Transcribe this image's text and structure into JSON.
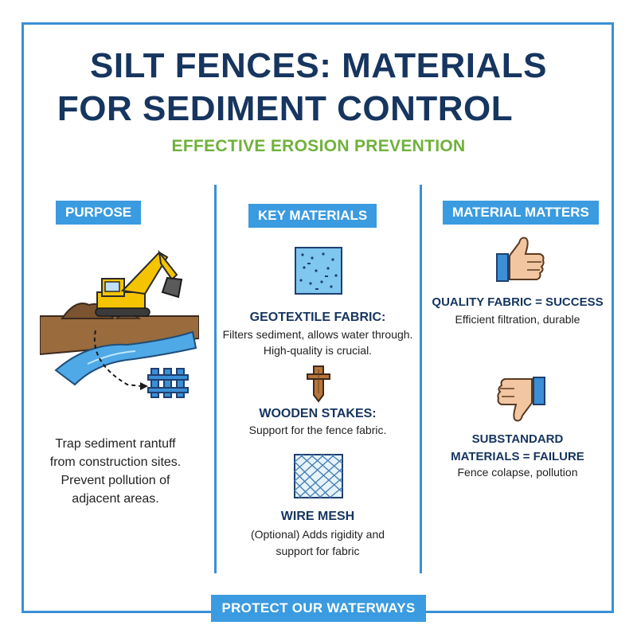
{
  "header": {
    "title_line1": "SILT FENCES: MATERIALS",
    "title_line2": "FOR SEDIMENT CONTROL",
    "subtitle": "EFFECTIVE EROSION PREVENTION"
  },
  "purpose": {
    "heading": "PURPOSE",
    "illustration_icon": "excavator-near-river-icon",
    "lines": [
      "Trap sediment rantuff",
      "from construction sites.",
      "Prevent pollution of",
      "adjacent areas."
    ]
  },
  "materials": {
    "heading": "KEY MATERIALS",
    "items": [
      {
        "icon": "geotextile-fabric-icon",
        "title": "GEOTEXTILE FABRIC:",
        "lines": [
          "Filters sediment, allows water through.",
          "High-quality is crucial."
        ]
      },
      {
        "icon": "wooden-stake-icon",
        "title": "WOODEN STAKES:",
        "lines": [
          "Support for the fence fabric."
        ]
      },
      {
        "icon": "wire-mesh-icon",
        "title": "WIRE MESH",
        "lines": [
          "(Optional) Adds rigidity and",
          "support for fabric"
        ]
      }
    ]
  },
  "matters": {
    "heading": "MATERIAL MATTERS",
    "good": {
      "icon": "thumbs-up-icon",
      "title": "QUALITY FABRIC = SUCCESS",
      "desc": "Efficient filtration, durable"
    },
    "bad": {
      "icon": "thumbs-down-icon",
      "title_line1": "SUBSTANDARD",
      "title_line2": "MATERIALS = FAILURE",
      "desc": "Fence colapse, pollution"
    }
  },
  "footer": {
    "label": "PROTECT OUR WATERWAYS"
  },
  "colors": {
    "primary_blue": "#3a9be0",
    "title_navy": "#16355f",
    "subtitle_green": "#6fb23b",
    "soil_brown": "#9a6b3d",
    "water_blue": "#4fa9e6"
  }
}
